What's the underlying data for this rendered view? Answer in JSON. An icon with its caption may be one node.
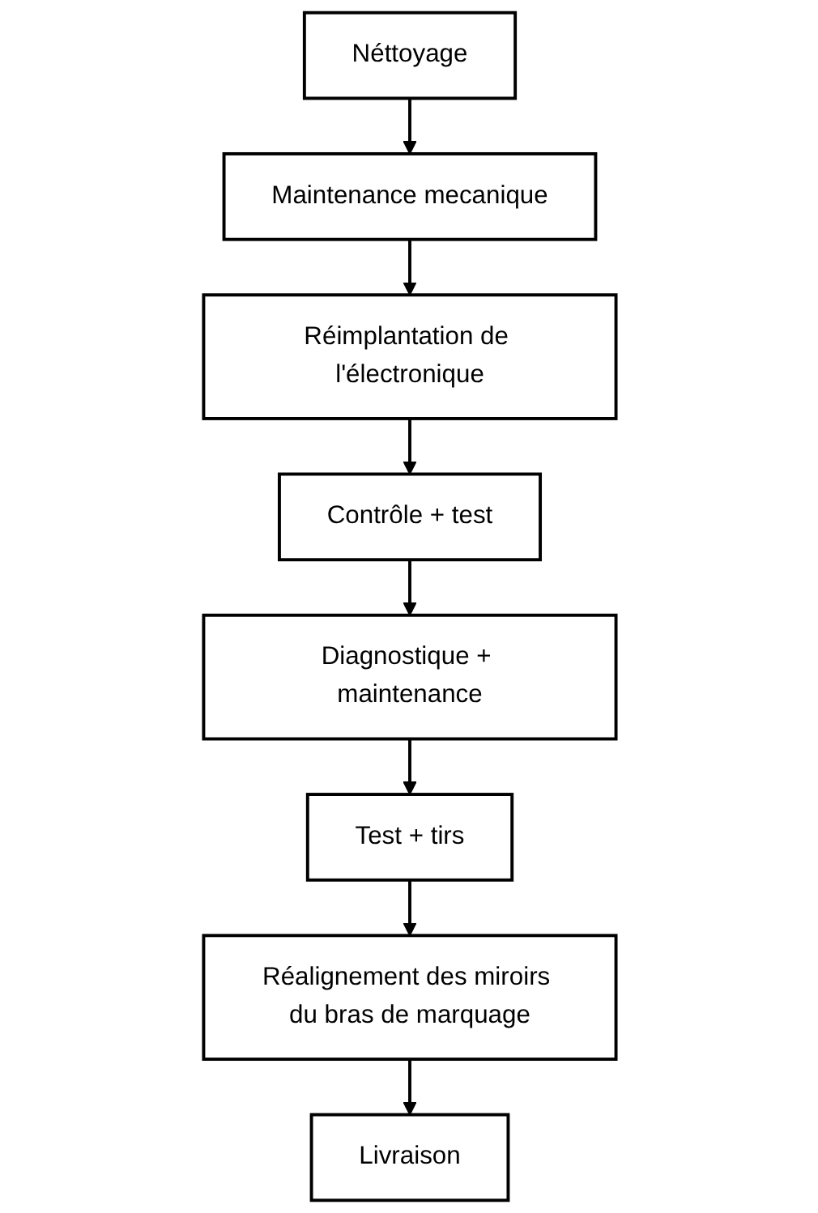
{
  "diagram": {
    "nodes": [
      {
        "text": [
          "Néttoyage"
        ]
      },
      {
        "text": [
          "Maintenance mecanique"
        ]
      },
      {
        "text": [
          "Réimplantation de l'électronique"
        ]
      },
      {
        "text": [
          "Contrôle + test"
        ]
      },
      {
        "text": [
          "Diagnostique + maintenance"
        ]
      },
      {
        "text": [
          "Test + tirs"
        ]
      },
      {
        "text": [
          "Réalignement des miroirs du bras de marquage"
        ]
      },
      {
        "text": [
          "Livraison"
        ]
      }
    ],
    "edges": [
      {
        "from": 0,
        "to": 1,
        "arrow": "to"
      },
      {
        "from": 1,
        "to": 2,
        "arrow": "to"
      },
      {
        "from": 2,
        "to": 3,
        "arrow": "to"
      },
      {
        "from": 3,
        "to": 4,
        "arrow": "to"
      },
      {
        "from": 4,
        "to": 5,
        "arrow": "to"
      },
      {
        "from": 5,
        "to": 6,
        "arrow": "to"
      },
      {
        "from": 6,
        "to": 7,
        "arrow": "to"
      }
    ]
  }
}
